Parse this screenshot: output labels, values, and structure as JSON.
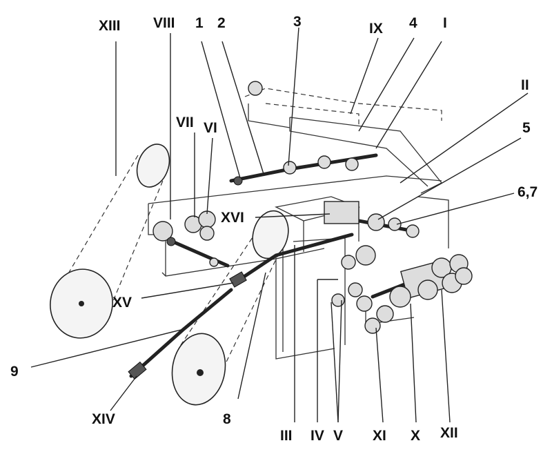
{
  "diagram": {
    "labels": [
      {
        "key": "XIII",
        "text": "XIII"
      },
      {
        "key": "VIII",
        "text": "VIII"
      },
      {
        "key": "1",
        "text": "1"
      },
      {
        "key": "2",
        "text": "2"
      },
      {
        "key": "3",
        "text": "3"
      },
      {
        "key": "IX",
        "text": "IX"
      },
      {
        "key": "4",
        "text": "4"
      },
      {
        "key": "I",
        "text": "I"
      },
      {
        "key": "II",
        "text": "II"
      },
      {
        "key": "VII",
        "text": "VII"
      },
      {
        "key": "VI",
        "text": "VI"
      },
      {
        "key": "5",
        "text": "5"
      },
      {
        "key": "6,7",
        "text": "6,7"
      },
      {
        "key": "XVI",
        "text": "XVI"
      },
      {
        "key": "XV",
        "text": "XV"
      },
      {
        "key": "9",
        "text": "9"
      },
      {
        "key": "XIV",
        "text": "XIV"
      },
      {
        "key": "8",
        "text": "8"
      },
      {
        "key": "III",
        "text": "III"
      },
      {
        "key": "IV",
        "text": "IV"
      },
      {
        "key": "V",
        "text": "V"
      },
      {
        "key": "XI",
        "text": "XI"
      },
      {
        "key": "X",
        "text": "X"
      },
      {
        "key": "XII",
        "text": "XII"
      }
    ]
  }
}
